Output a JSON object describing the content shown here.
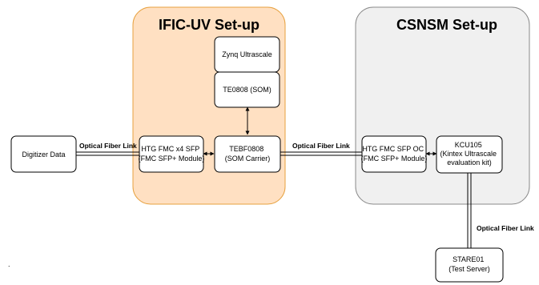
{
  "groups": {
    "ific": {
      "title": "IFIC-UV Set-up",
      "fill": "#FFE0C2",
      "stroke": "#E7A13F"
    },
    "csnsm": {
      "title": "CSNSM Set-up",
      "fill": "#F0F0F0",
      "stroke": "#8A8A8A"
    }
  },
  "nodes": {
    "digitizer": {
      "lines": [
        "Digitizer Data"
      ]
    },
    "htg_x4": {
      "lines": [
        "HTG FMC x4 SFP",
        "(FMC SFP+ Module)"
      ]
    },
    "zynq": {
      "lines": [
        "Zynq Ultrascale"
      ]
    },
    "te0808": {
      "lines": [
        "TE0808 (SOM)"
      ]
    },
    "tebf0808": {
      "lines": [
        "TEBF0808",
        "(SOM Carrier)"
      ]
    },
    "htg_oc": {
      "lines": [
        "HTG FMC SFP OC",
        "(FMC SFP+ Module)"
      ]
    },
    "kcu105": {
      "lines": [
        "KCU105",
        "(Kintex Ultrascale",
        "evaluation kit)"
      ]
    },
    "stare01": {
      "lines": [
        "STARE01",
        "(Test Server)"
      ]
    }
  },
  "links": {
    "fiber_1": "Optical Fiber Link",
    "fiber_2": "Optical Fiber Link",
    "fiber_3": "Optical Fiber Link"
  },
  "marks": {
    "corner_dot": "."
  }
}
